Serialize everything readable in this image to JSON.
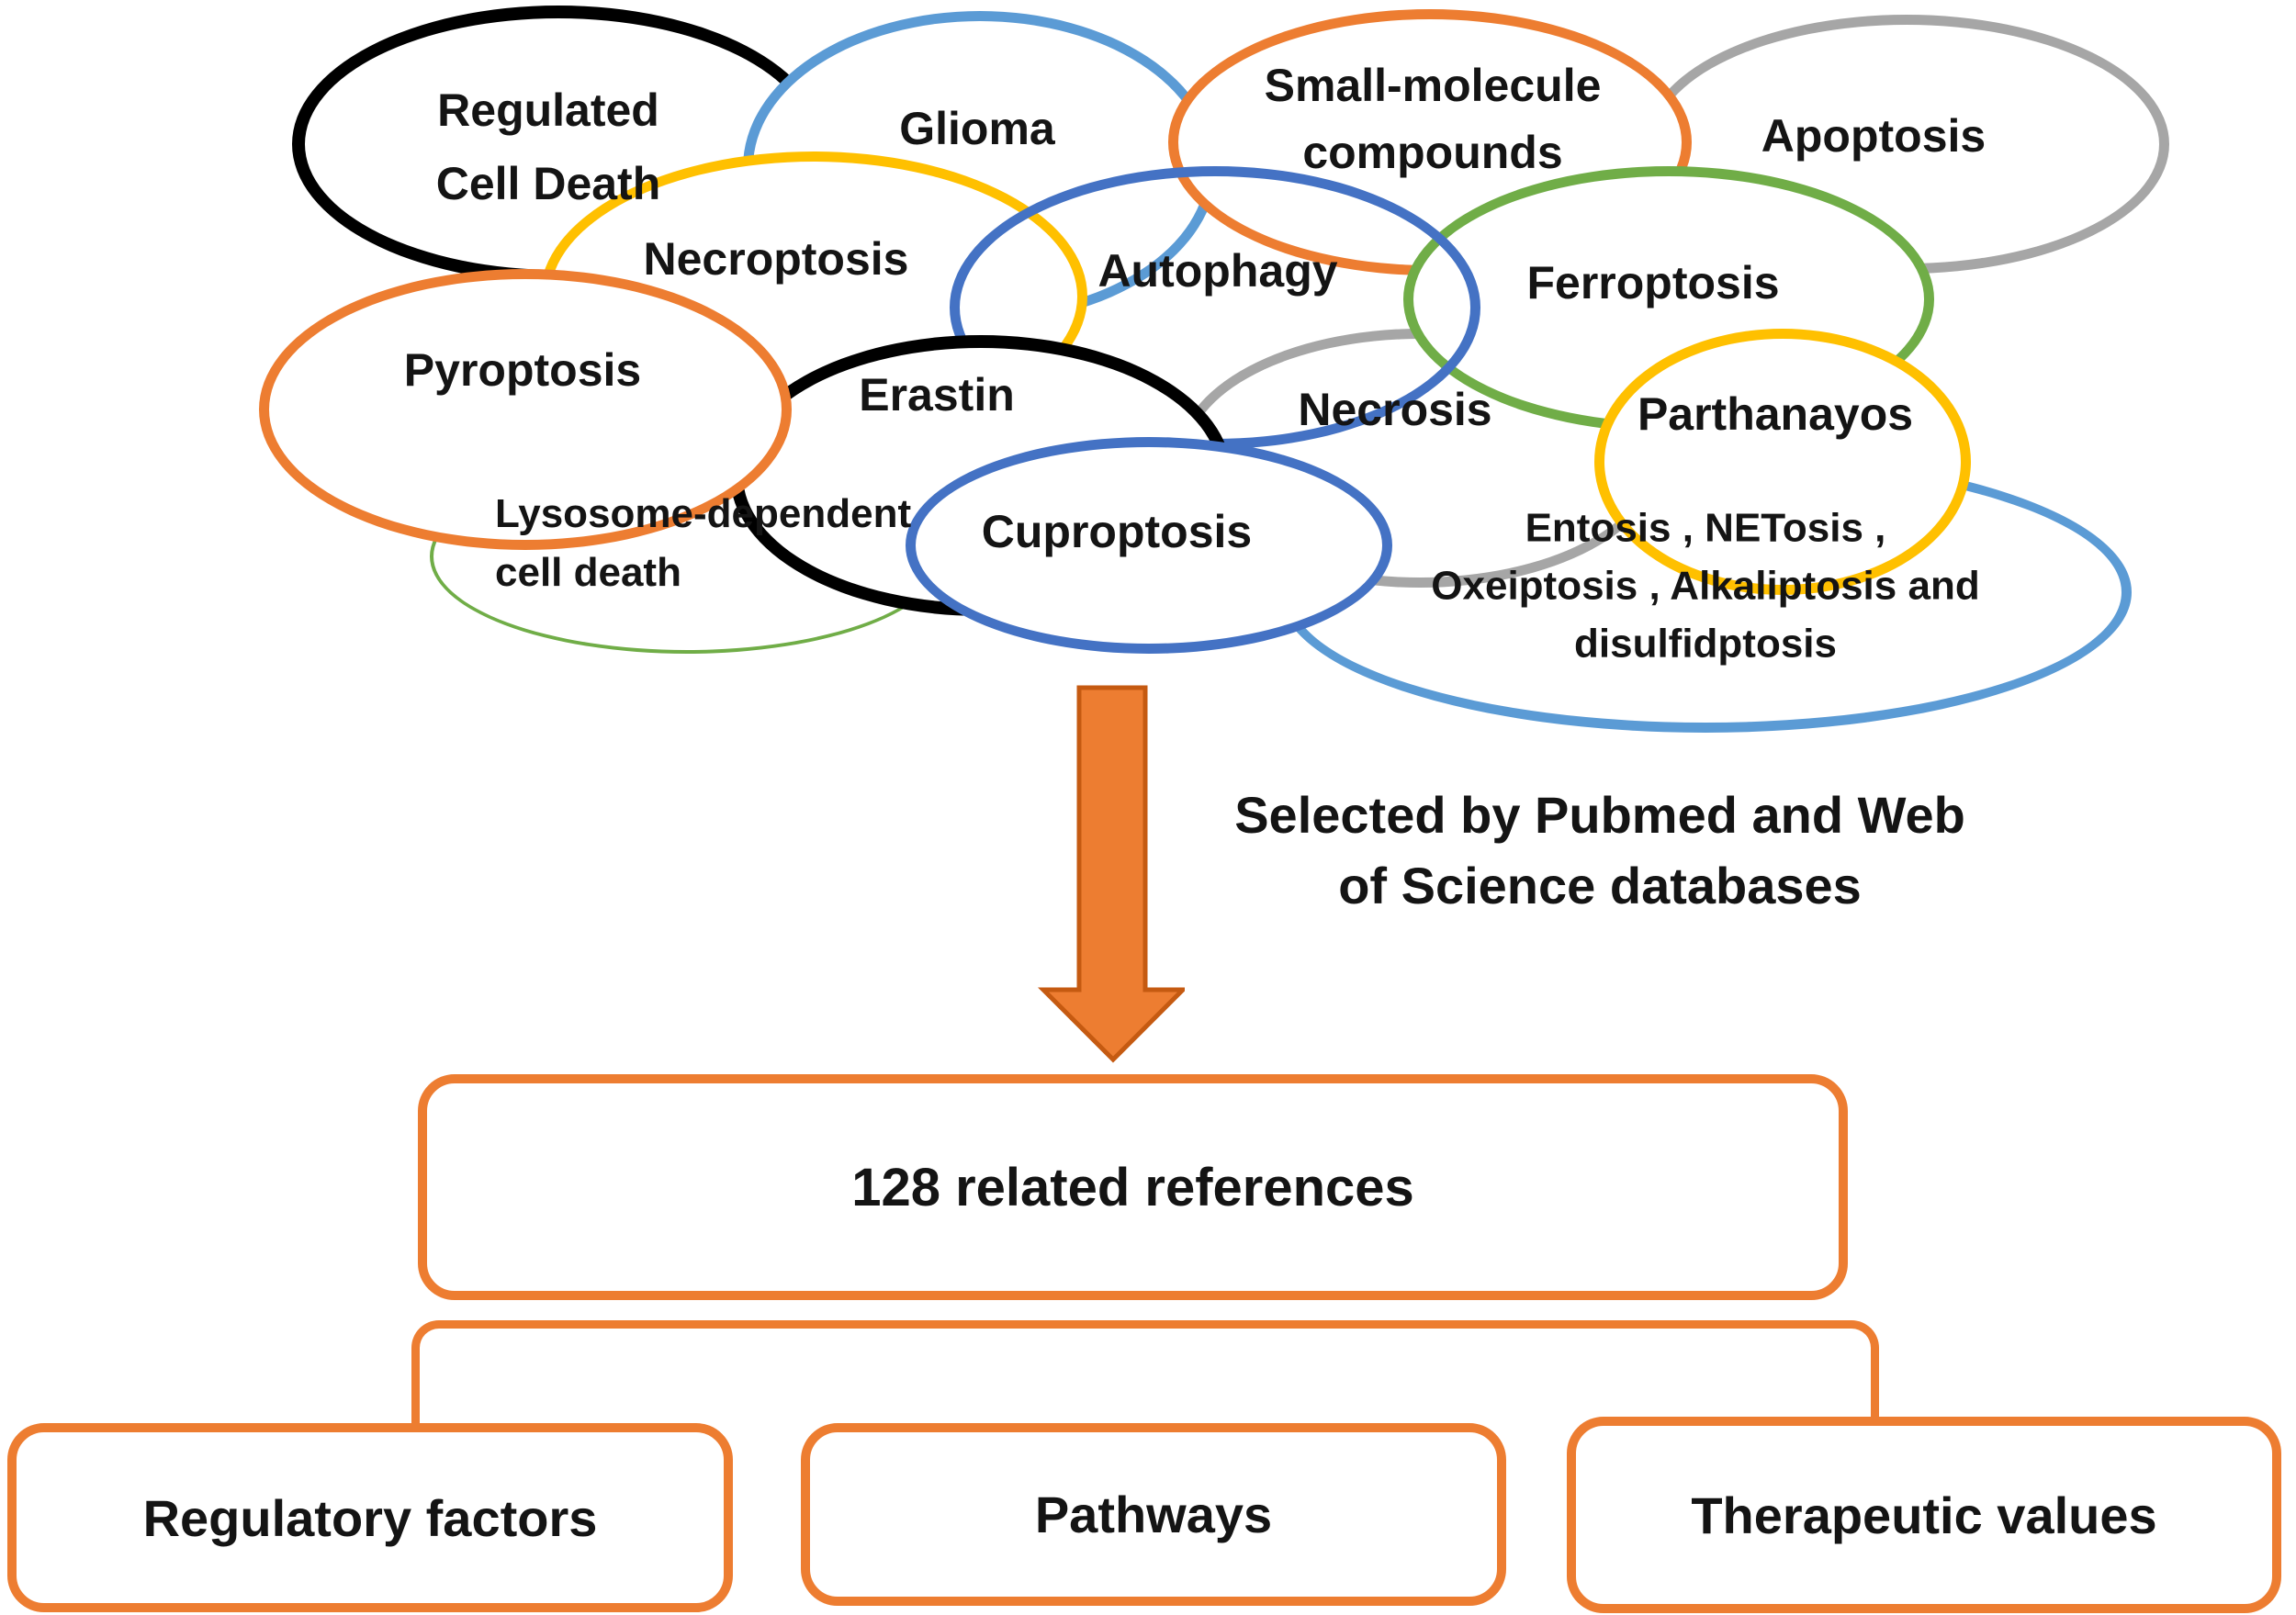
{
  "figure": {
    "background_color": "#ffffff",
    "ellipses": {
      "regulated": {
        "lines": [
          "Regulated",
          "Cell Death"
        ],
        "border_color": "#000000"
      },
      "glioma": {
        "lines": [
          "Glioma"
        ],
        "border_color": "#5B9BD5"
      },
      "small_molecule": {
        "lines": [
          "Small-molecule",
          "compounds"
        ],
        "border_color": "#ED7D31"
      },
      "apoptosis": {
        "lines": [
          "Apoptosis"
        ],
        "border_color": "#A6A6A6"
      },
      "necroptosis": {
        "lines": [
          "Necroptosis"
        ],
        "border_color": "#FFC000"
      },
      "autophagy": {
        "lines": [
          "Autophagy"
        ],
        "border_color": "#4472C4"
      },
      "ferroptosis": {
        "lines": [
          "Ferroptosis"
        ],
        "border_color": "#70AD47"
      },
      "pyroptosis": {
        "lines": [
          "Pyroptosis"
        ],
        "border_color": "#ED7D31"
      },
      "erastin": {
        "lines": [
          "Erastin"
        ],
        "border_color": "#000000"
      },
      "necrosis": {
        "lines": [
          "Necrosis"
        ],
        "border_color": "#A6A6A6"
      },
      "parthanayos": {
        "lines": [
          "Parthanayos"
        ],
        "border_color": "#FFC000"
      },
      "lysosome": {
        "lines": [
          "Lysosome-dependent",
          "cell death"
        ],
        "border_color": "#70AD47"
      },
      "cuproptosis": {
        "lines": [
          "Cuproptosis"
        ],
        "border_color": "#4472C4"
      },
      "entosis": {
        "lines": [
          "Entosis , NETosis ,",
          "Oxeiptosis , Alkaliptosis and",
          "disulfidptosis"
        ],
        "border_color": "#5B9BD5"
      }
    },
    "arrow": {
      "direction": "down",
      "fill_color": "#ED7D31",
      "border_color": "#C55A11"
    },
    "selection_note": {
      "lines": [
        "Selected by Pubmed and Web",
        "of Science databases"
      ]
    },
    "references_box": {
      "label": "128 related references",
      "border_color": "#ED7D31"
    },
    "bracket_color": "#ED7D31",
    "category_boxes": [
      {
        "label": "Regulatory factors",
        "border_color": "#ED7D31"
      },
      {
        "label": "Pathways",
        "border_color": "#ED7D31"
      },
      {
        "label": "Therapeutic values",
        "border_color": "#ED7D31"
      }
    ]
  }
}
